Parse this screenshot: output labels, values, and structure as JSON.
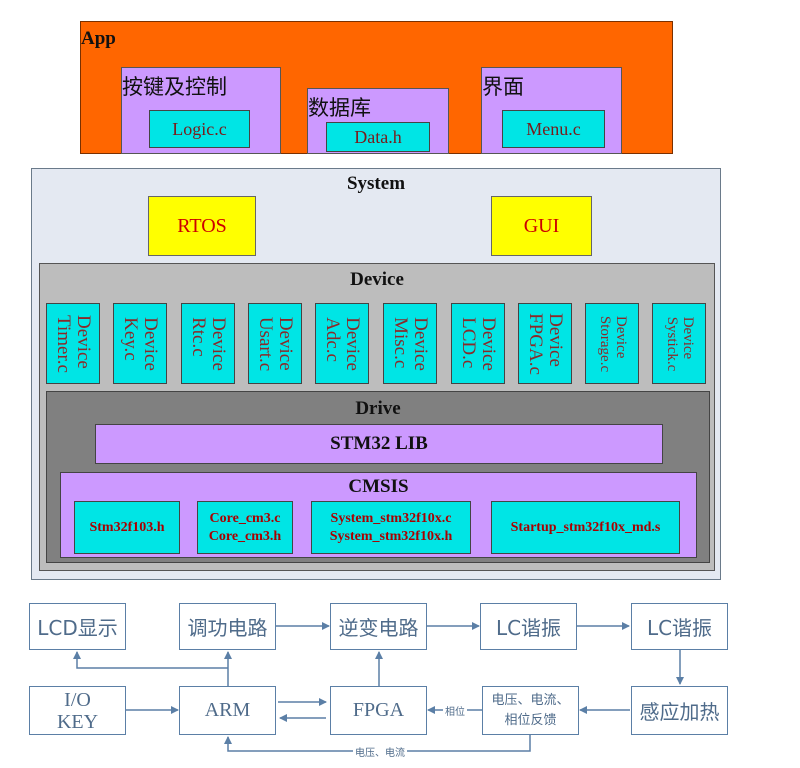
{
  "app": {
    "title": "App",
    "modules": [
      {
        "title": "按键及控制",
        "file": "Logic.c"
      },
      {
        "title": "数据库",
        "file": "Data.h"
      },
      {
        "title": "界面",
        "file": "Menu.c"
      }
    ]
  },
  "system": {
    "title": "System",
    "rtos": "RTOS",
    "gui": "GUI",
    "device": {
      "title": "Device",
      "items": [
        {
          "word": "Device",
          "file": "Timer.c"
        },
        {
          "word": "Device",
          "file": "Key.c"
        },
        {
          "word": "Device",
          "file": "Rtc.c"
        },
        {
          "word": "Device",
          "file": "Usart.c"
        },
        {
          "word": "Device",
          "file": "Adc.c"
        },
        {
          "word": "Device",
          "file": "Misc.c"
        },
        {
          "word": "Device",
          "file": "LCD.c"
        },
        {
          "word": "Device",
          "file": "FPGA.c"
        },
        {
          "word": "Device",
          "file": "Storage.c"
        },
        {
          "word": "Device",
          "file": "Systick.c"
        }
      ]
    },
    "drive": {
      "title": "Drive",
      "stm32lib": "STM32 LIB",
      "cmsis": {
        "title": "CMSIS",
        "files": [
          {
            "lines": [
              "Stm32f103.h"
            ]
          },
          {
            "lines": [
              "Core_cm3.c",
              "Core_cm3.h"
            ]
          },
          {
            "lines": [
              "System_stm32f10x.c",
              "System_stm32f10x.h"
            ]
          },
          {
            "lines": [
              "Startup_stm32f10x_md.s"
            ]
          }
        ]
      }
    }
  },
  "diagram": {
    "lcd": "LCD显示",
    "tiaogong": "调功电路",
    "nibian": "逆变电路",
    "lc1": "LC谐振",
    "lc2": "LC谐振",
    "io_line1": "I/O",
    "io_line2": "KEY",
    "arm": "ARM",
    "fpga": "FPGA",
    "feedback_line1": "电压、电流、",
    "feedback_line2": "相位反馈",
    "heating": "感应加热",
    "label_phase": "相位",
    "label_vi": "电压、电流"
  },
  "colors": {
    "app_bg": "#ff6600",
    "module_bg": "#cc99ff",
    "file_bg": "#00e5e5",
    "system_bg": "#e4e9f2",
    "device_bg": "#bdbdbd",
    "drive_bg": "#808080",
    "highlight": "#ffff00",
    "diagram_line": "#5b7fa6"
  }
}
